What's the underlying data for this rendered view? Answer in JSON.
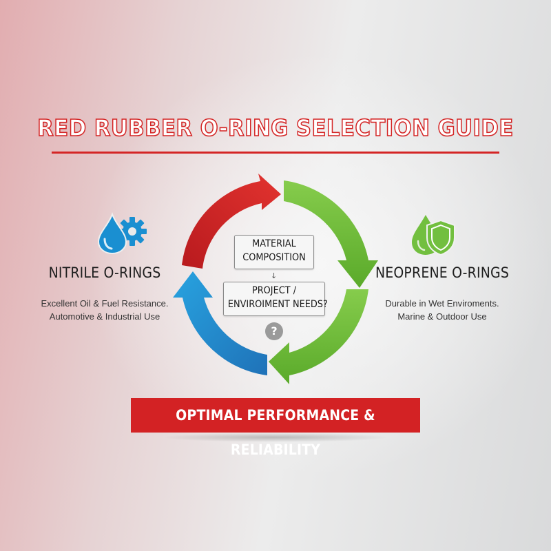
{
  "title": "RED RUBBER O-RING SELECTION GUIDE",
  "colors": {
    "accent_red": "#d42525",
    "cycle_red": "#d8262a",
    "cycle_green": "#72bf3f",
    "cycle_blue": "#1a8fd1",
    "nitrile_icon": "#1a8fd1",
    "neoprene_icon": "#72bf3f"
  },
  "left": {
    "icon": "oil-drop-gear-icon",
    "title": "NITRILE O-RINGS",
    "desc_line1": "Excellent Oil & Fuel Resistance.",
    "desc_line2": "Automotive & Industrial Use"
  },
  "right": {
    "icon": "leaf-drop-shield-icon",
    "title": "NEOPRENE O-RINGS",
    "desc_line1": "Durable in Wet Enviroments.",
    "desc_line2": "Marine & Outdoor Use"
  },
  "center": {
    "box1_line1": "MATERIAL",
    "box1_line2": "COMPOSITION",
    "arrow": "↓",
    "box2_line1": "PROJECT /",
    "box2_line2": "ENVIROIMENT NEEDS?",
    "question_mark": "?"
  },
  "banner": "OPTIMAL PERFORMANCE & RELIABILITY"
}
